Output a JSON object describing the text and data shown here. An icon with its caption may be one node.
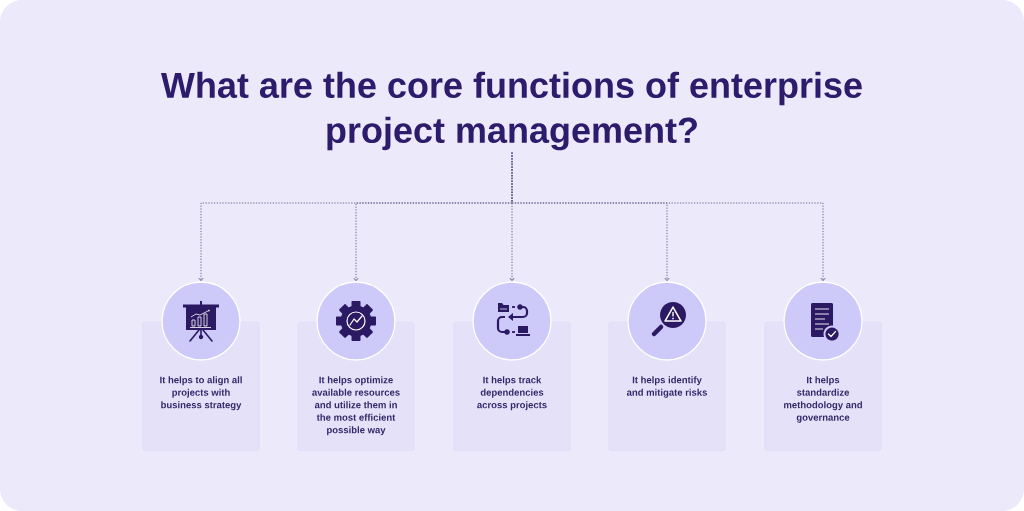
{
  "diagram": {
    "nodes": [
      {
        "text": [
          "What are the core functions of enterprise project management?"
        ]
      },
      {
        "text": [],
        "shape": "circle"
      },
      {
        "text": [],
        "shape": "circle"
      },
      {
        "text": [],
        "shape": "circle"
      },
      {
        "text": [],
        "shape": "circle"
      },
      {
        "text": [],
        "shape": "circle"
      },
      {
        "text": [
          "It helps to align all projects with business strategy"
        ]
      },
      {
        "text": [
          "It helps optimize available resources and utilize them in the most efficient possible way"
        ]
      },
      {
        "text": [
          "It helps track dependencies across projects"
        ]
      },
      {
        "text": [
          "It helps identify and mitigate risks"
        ]
      },
      {
        "text": [
          "It helps standardize methodology and governance"
        ]
      }
    ],
    "edges": [
      {
        "from": 0,
        "to": 1,
        "arrow": "to",
        "style": "dashed"
      },
      {
        "from": 0,
        "to": 2,
        "arrow": "to",
        "style": "dashed"
      },
      {
        "from": 0,
        "to": 3,
        "arrow": "to",
        "style": "dashed"
      },
      {
        "from": 0,
        "to": 4,
        "arrow": "to",
        "style": "dashed"
      },
      {
        "from": 0,
        "to": 5,
        "arrow": "to",
        "style": "dashed"
      }
    ]
  }
}
